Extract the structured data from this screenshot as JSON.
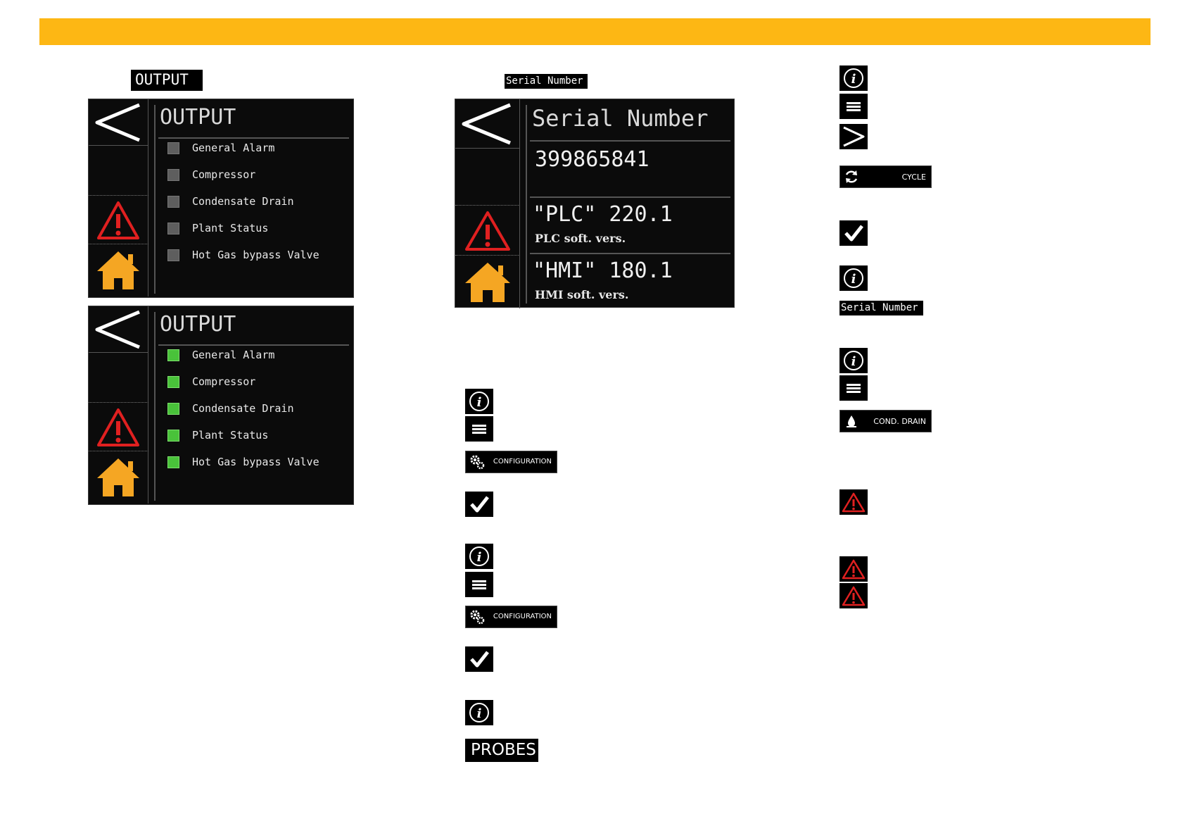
{
  "output_label": "OUTPUT",
  "output_panel_off": {
    "title": "OUTPUT",
    "items": [
      {
        "label": "General Alarm",
        "state": "off"
      },
      {
        "label": "Compressor",
        "state": "off"
      },
      {
        "label": "Condensate Drain",
        "state": "off"
      },
      {
        "label": "Plant Status",
        "state": "off"
      },
      {
        "label": "Hot Gas bypass Valve",
        "state": "off"
      }
    ]
  },
  "output_panel_on": {
    "title": "OUTPUT",
    "items": [
      {
        "label": "General Alarm",
        "state": "on"
      },
      {
        "label": "Compressor",
        "state": "on"
      },
      {
        "label": "Condensate Drain",
        "state": "on"
      },
      {
        "label": "Plant Status",
        "state": "on"
      },
      {
        "label": "Hot Gas bypass Valve",
        "state": "on"
      }
    ]
  },
  "serial_label": "Serial Number",
  "serial_panel": {
    "title": "Serial Number",
    "serial": "399865841",
    "plc_value": "\"PLC\" 220.1",
    "plc_sub": "PLC soft. vers.",
    "hmi_value": "\"HMI\" 180.1",
    "hmi_sub": "HMI soft. vers."
  },
  "buttons": {
    "configuration": "CONFIGURATION",
    "probes": "PROBES",
    "cycle": "CYCLE",
    "cond_drain": "COND. DRAIN",
    "serial_number": "Serial Number"
  },
  "colors": {
    "accent_bar": "#fdb714",
    "indicator_on": "#49c23a",
    "indicator_off": "#5e5e5e",
    "alarm_red": "#e02020",
    "home_yellow": "#f5a623"
  }
}
